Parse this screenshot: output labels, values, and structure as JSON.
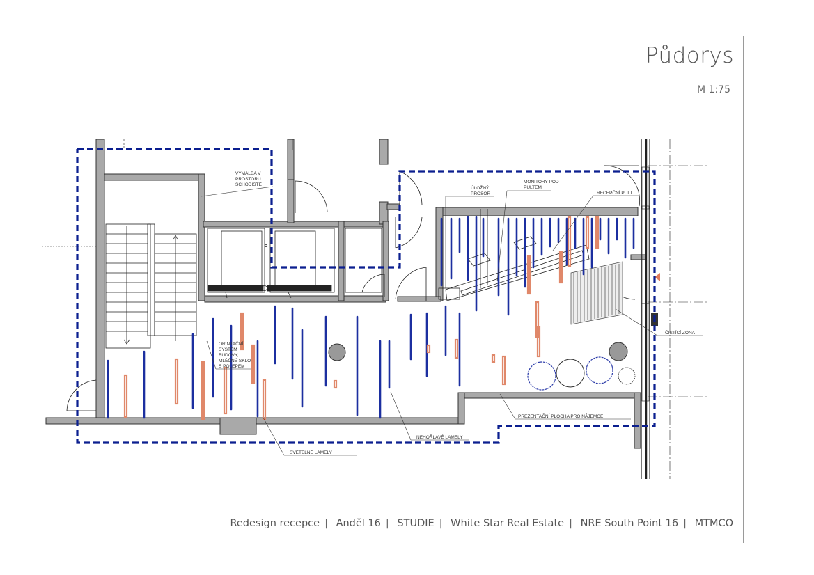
{
  "header": {
    "title": "Půdorys",
    "scale": "M 1:75"
  },
  "labels": {
    "vymalba": [
      "VÝMALBA V",
      "PROSTORU",
      "SCHODIŠTĚ"
    ],
    "ulozny": [
      "ÚLOŽNÝ",
      "PROSOR"
    ],
    "monitory": [
      "MONITORY POD",
      "PULTEM"
    ],
    "recepcni": "RECEPČNÍ PULT",
    "cistici": "ČISTÍCÍ ZÓNA",
    "orintacni": [
      "ORINTAČNÍ",
      "SYSTÉM",
      "BUDOVY,",
      "MLÉČNÉ SKLO",
      "S POLEPEM"
    ],
    "prezentacni": "PREZENTAČNÍ PLOCHA PRO NÁJEMCE",
    "nehorlave": "NEHOŘLAVÉ LAMELY",
    "svetelne": "SVĚTELNÉ LAMELY"
  },
  "footer": {
    "items": [
      "Redesign recepce",
      "Anděl 16",
      "STUDIE",
      "White Star Real Estate",
      "NRE South Point 16",
      "MTMCO"
    ]
  },
  "colors": {
    "wall_fill": "#a9a9a9",
    "boundary": "#0b1f8f",
    "blue_lamella": "#1c2fa0",
    "orange_lamella": "#e0886a"
  }
}
